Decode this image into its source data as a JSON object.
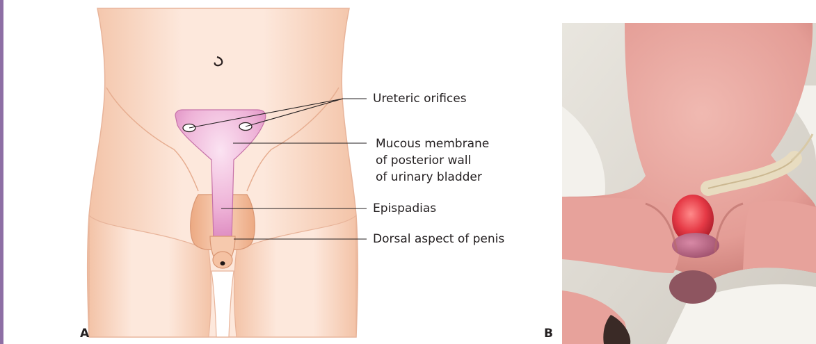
{
  "panels": {
    "a": {
      "letter": "A",
      "labels": {
        "ureteric": "Ureteric orifices",
        "mucous_1": "Mucous membrane",
        "mucous_2": "of posterior wall",
        "mucous_3": "of urinary bladder",
        "epispadias": "Epispadias",
        "dorsal": "Dorsal aspect of penis"
      }
    },
    "b": {
      "letter": "B"
    }
  },
  "colors": {
    "frame_accent": "#8e6fa5",
    "skin": "#f8d9c6",
    "bladder_mucosa": "#e9a3cf",
    "leader_line": "#231f20"
  }
}
